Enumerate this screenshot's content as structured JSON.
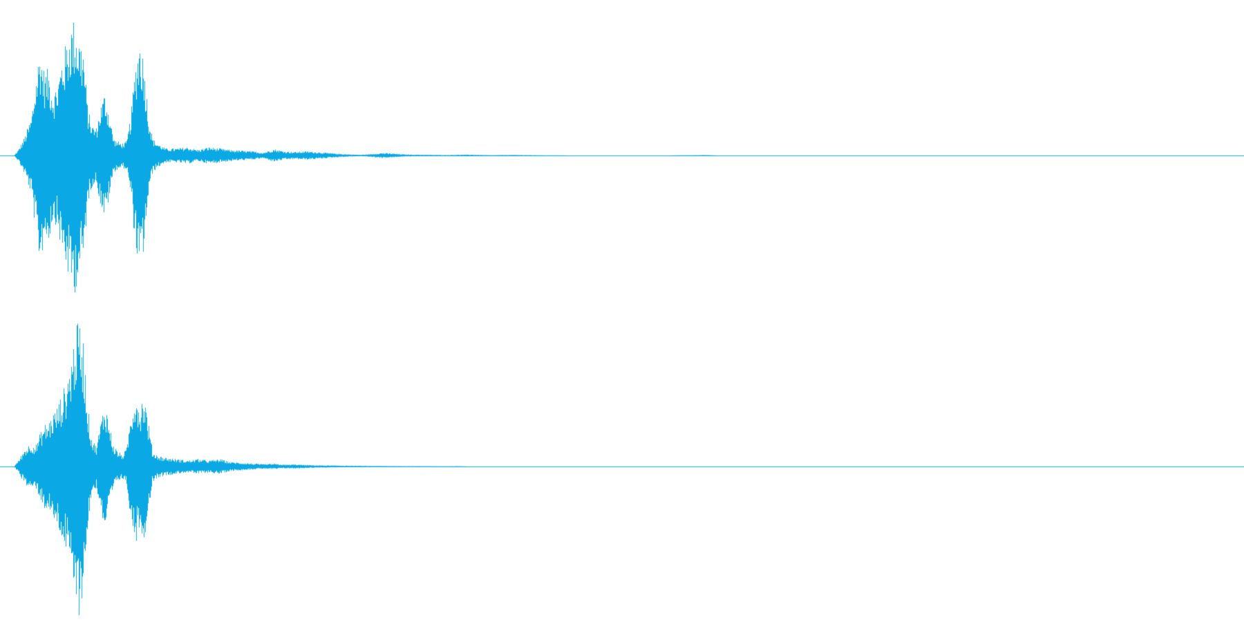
{
  "waveform": {
    "color": "#0aa9e6",
    "background": "#ffffff",
    "channels": [
      {
        "name": "",
        "envelope": [
          [
            0.0,
            0.0
          ],
          [
            0.004,
            0.04
          ],
          [
            0.01,
            0.14
          ],
          [
            0.016,
            0.28
          ],
          [
            0.02,
            0.55
          ],
          [
            0.024,
            0.78
          ],
          [
            0.028,
            0.6
          ],
          [
            0.032,
            0.62
          ],
          [
            0.036,
            0.45
          ],
          [
            0.04,
            0.52
          ],
          [
            0.044,
            0.7
          ],
          [
            0.048,
            0.8
          ],
          [
            0.052,
            0.94
          ],
          [
            0.056,
            0.98
          ],
          [
            0.06,
            0.86
          ],
          [
            0.064,
            0.78
          ],
          [
            0.068,
            0.34
          ],
          [
            0.072,
            0.22
          ],
          [
            0.076,
            0.2
          ],
          [
            0.08,
            0.36
          ],
          [
            0.084,
            0.46
          ],
          [
            0.088,
            0.3
          ],
          [
            0.092,
            0.12
          ],
          [
            0.096,
            0.1
          ],
          [
            0.1,
            0.09
          ],
          [
            0.104,
            0.1
          ],
          [
            0.108,
            0.3
          ],
          [
            0.112,
            0.65
          ],
          [
            0.116,
            0.86
          ],
          [
            0.12,
            0.68
          ],
          [
            0.124,
            0.3
          ],
          [
            0.128,
            0.12
          ],
          [
            0.134,
            0.08
          ],
          [
            0.14,
            0.05
          ],
          [
            0.15,
            0.05
          ],
          [
            0.16,
            0.06
          ],
          [
            0.17,
            0.04
          ],
          [
            0.18,
            0.06
          ],
          [
            0.19,
            0.05
          ],
          [
            0.2,
            0.04
          ],
          [
            0.21,
            0.035
          ],
          [
            0.22,
            0.03
          ],
          [
            0.23,
            0.02
          ],
          [
            0.24,
            0.045
          ],
          [
            0.25,
            0.03
          ],
          [
            0.26,
            0.025
          ],
          [
            0.27,
            0.03
          ],
          [
            0.28,
            0.025
          ],
          [
            0.29,
            0.018
          ],
          [
            0.3,
            0.012
          ],
          [
            0.31,
            0.008
          ],
          [
            0.32,
            0.005
          ],
          [
            0.33,
            0.01
          ],
          [
            0.34,
            0.018
          ],
          [
            0.35,
            0.014
          ],
          [
            0.36,
            0.008
          ],
          [
            0.37,
            0.006
          ],
          [
            0.38,
            0.005
          ],
          [
            0.39,
            0.004
          ],
          [
            0.4,
            0.003
          ],
          [
            0.41,
            0.005
          ],
          [
            0.42,
            0.006
          ],
          [
            0.43,
            0.004
          ],
          [
            0.44,
            0.002
          ],
          [
            0.45,
            0.003
          ],
          [
            0.46,
            0.004
          ],
          [
            0.47,
            0.003
          ],
          [
            0.48,
            0.002
          ],
          [
            0.49,
            0.001
          ],
          [
            0.5,
            0.001
          ],
          [
            0.52,
            0.0
          ],
          [
            0.6,
            0.0
          ],
          [
            0.64,
            0.003
          ],
          [
            0.65,
            0.0
          ],
          [
            1.0,
            0.0
          ]
        ]
      },
      {
        "name": "",
        "envelope": [
          [
            0.0,
            0.0
          ],
          [
            0.004,
            0.04
          ],
          [
            0.01,
            0.12
          ],
          [
            0.016,
            0.16
          ],
          [
            0.02,
            0.14
          ],
          [
            0.024,
            0.22
          ],
          [
            0.028,
            0.28
          ],
          [
            0.032,
            0.3
          ],
          [
            0.036,
            0.36
          ],
          [
            0.04,
            0.4
          ],
          [
            0.044,
            0.48
          ],
          [
            0.048,
            0.56
          ],
          [
            0.052,
            0.7
          ],
          [
            0.056,
            0.88
          ],
          [
            0.06,
            0.98
          ],
          [
            0.064,
            0.84
          ],
          [
            0.068,
            0.4
          ],
          [
            0.072,
            0.18
          ],
          [
            0.076,
            0.14
          ],
          [
            0.08,
            0.3
          ],
          [
            0.084,
            0.44
          ],
          [
            0.088,
            0.28
          ],
          [
            0.092,
            0.14
          ],
          [
            0.096,
            0.1
          ],
          [
            0.1,
            0.08
          ],
          [
            0.104,
            0.12
          ],
          [
            0.108,
            0.36
          ],
          [
            0.112,
            0.52
          ],
          [
            0.116,
            0.4
          ],
          [
            0.12,
            0.5
          ],
          [
            0.124,
            0.3
          ],
          [
            0.128,
            0.1
          ],
          [
            0.134,
            0.07
          ],
          [
            0.14,
            0.06
          ],
          [
            0.15,
            0.05
          ],
          [
            0.16,
            0.04
          ],
          [
            0.17,
            0.05
          ],
          [
            0.18,
            0.04
          ],
          [
            0.19,
            0.05
          ],
          [
            0.2,
            0.03
          ],
          [
            0.21,
            0.025
          ],
          [
            0.22,
            0.02
          ],
          [
            0.23,
            0.015
          ],
          [
            0.24,
            0.018
          ],
          [
            0.25,
            0.012
          ],
          [
            0.26,
            0.014
          ],
          [
            0.27,
            0.01
          ],
          [
            0.28,
            0.008
          ],
          [
            0.29,
            0.007
          ],
          [
            0.3,
            0.006
          ],
          [
            0.31,
            0.005
          ],
          [
            0.32,
            0.004
          ],
          [
            0.34,
            0.003
          ],
          [
            0.36,
            0.002
          ],
          [
            0.38,
            0.002
          ],
          [
            0.4,
            0.001
          ],
          [
            0.41,
            0.002
          ],
          [
            0.42,
            0.0
          ],
          [
            1.0,
            0.0
          ]
        ]
      }
    ]
  }
}
